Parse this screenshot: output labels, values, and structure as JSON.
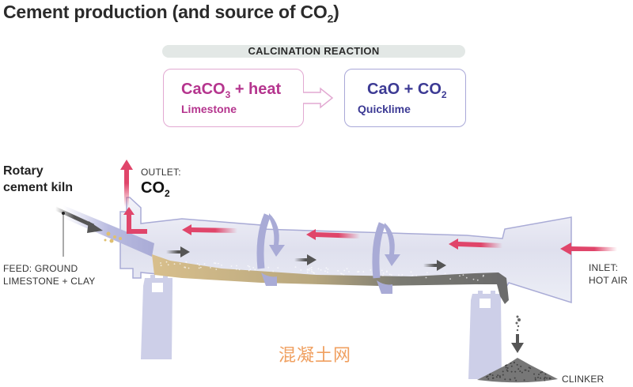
{
  "title": {
    "main": "Cement production (and source of CO",
    "sub": "2",
    "end": ")"
  },
  "reaction": {
    "header": "CALCINATION REACTION",
    "reactant": {
      "formula_a": "CaCO",
      "formula_sub": "3",
      "formula_b": " + heat",
      "name": "Limestone"
    },
    "product": {
      "formula_a": "CaO + CO",
      "formula_sub": "2",
      "name": "Quicklime"
    },
    "colors": {
      "reactant": "#b5358e",
      "product": "#3c3a94"
    }
  },
  "kiln": {
    "title_line1": "Rotary",
    "title_line2": "cement kiln",
    "outlet_label": "OUTLET:",
    "outlet_gas_a": "CO",
    "outlet_gas_sub": "2",
    "feed_line1": "FEED: GROUND",
    "feed_line2": "LIMESTONE + CLAY",
    "inlet_line1": "INLET:",
    "inlet_line2": "HOT AIR",
    "product_label": "CLINKER",
    "colors": {
      "hot_air_arrow": "#e0456a",
      "material_arrow": "#555555",
      "kiln_body": "#e6e7f2",
      "kiln_outline": "#a9abd6",
      "limestone": "#d8bf8c",
      "clinker": "#6b6b6b"
    }
  },
  "watermark": "混凝土网"
}
